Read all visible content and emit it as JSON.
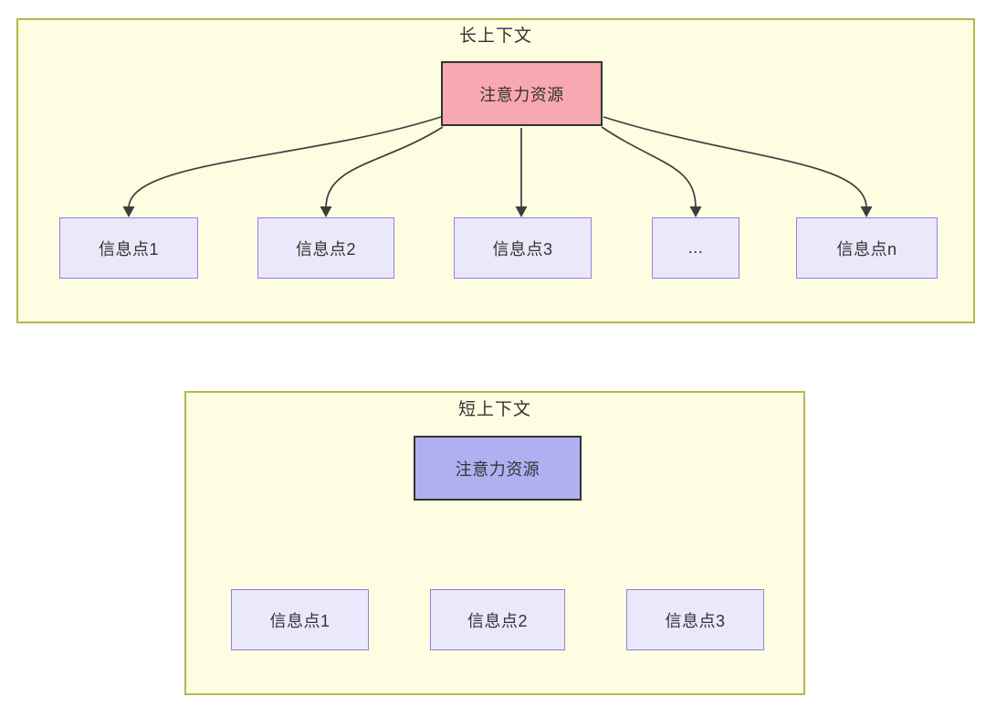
{
  "diagram": {
    "long_context": {
      "title": "长上下文",
      "root_label": "注意力资源",
      "children": [
        "信息点1",
        "信息点2",
        "信息点3",
        "...",
        "信息点n"
      ]
    },
    "short_context": {
      "title": "短上下文",
      "root_label": "注意力资源",
      "children": [
        "信息点1",
        "信息点2",
        "信息点3"
      ]
    },
    "colors": {
      "group_fill": "#fdfde2",
      "group_border": "#b7b74b",
      "long_root_fill": "#f8a8b0",
      "short_root_fill": "#aeb0f0",
      "leaf_fill": "#e9e9fb",
      "leaf_border": "#9b7ed8",
      "root_border": "#333333",
      "arrow": "#3d3d3d",
      "text": "#333333"
    }
  }
}
